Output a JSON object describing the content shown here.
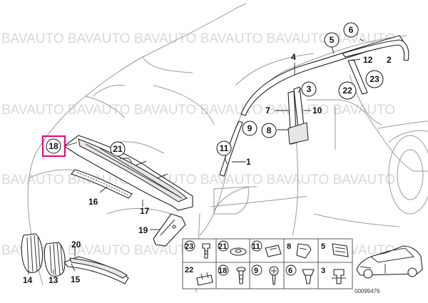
{
  "watermark": "BAVAUTO BAVAUTO BAVAUTO BAVAUTO BAVAUTO BAVAUTO",
  "highlight_color": "#e6007e",
  "callouts": [
    {
      "id": "18",
      "circled": true,
      "highlighted": true
    },
    {
      "id": "21",
      "circled": true
    },
    {
      "id": "16",
      "circled": false
    },
    {
      "id": "17",
      "circled": false
    },
    {
      "id": "19",
      "circled": false
    },
    {
      "id": "20",
      "circled": false
    },
    {
      "id": "14",
      "circled": false
    },
    {
      "id": "13",
      "circled": false
    },
    {
      "id": "15",
      "circled": false
    },
    {
      "id": "11",
      "circled": true
    },
    {
      "id": "1",
      "circled": false
    },
    {
      "id": "9",
      "circled": true
    },
    {
      "id": "8",
      "circled": true
    },
    {
      "id": "7",
      "circled": false
    },
    {
      "id": "3",
      "circled": true
    },
    {
      "id": "10",
      "circled": false
    },
    {
      "id": "4",
      "circled": false
    },
    {
      "id": "5",
      "circled": true
    },
    {
      "id": "6",
      "circled": true
    },
    {
      "id": "12",
      "circled": false
    },
    {
      "id": "2",
      "circled": false
    },
    {
      "id": "22",
      "circled": true
    },
    {
      "id": "23",
      "circled": true
    }
  ],
  "fastener_legend": {
    "row1": [
      {
        "id": "23",
        "circled": true
      },
      {
        "id": "21",
        "circled": true
      },
      {
        "id": "11",
        "circled": true
      },
      {
        "id": "8",
        "circled": false
      },
      {
        "id": "5",
        "circled": false
      }
    ],
    "row2": [
      {
        "id": "22",
        "circled": true
      },
      {
        "id": "18",
        "circled": true
      },
      {
        "id": "9",
        "circled": true
      },
      {
        "id": "6",
        "circled": true
      },
      {
        "id": "3",
        "circled": false
      }
    ]
  },
  "document_id": "00099476"
}
